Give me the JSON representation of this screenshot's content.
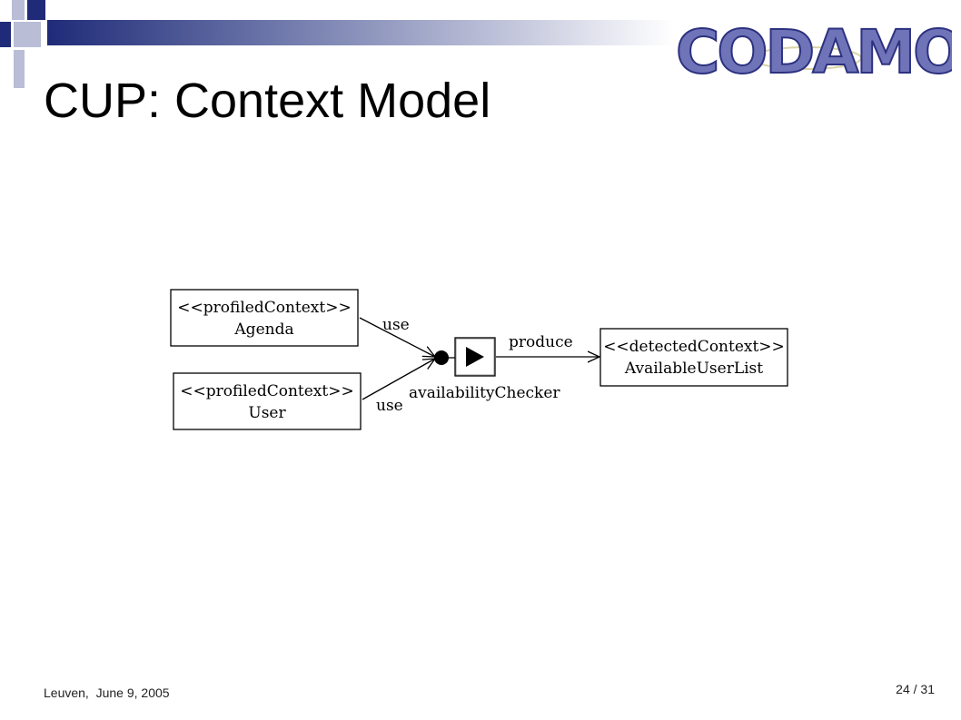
{
  "slide": {
    "title": "CUP: Context Model",
    "logo_text": "CODAMOS",
    "footer_location_date": "Leuven,  June 9, 2005",
    "page_number": "24",
    "page_separator": " / ",
    "page_total": "31"
  },
  "diagram": {
    "nodes": {
      "agenda": {
        "stereotype": "<<profiledContext>>",
        "name": "Agenda"
      },
      "user": {
        "stereotype": "<<profiledContext>>",
        "name": "User"
      },
      "checker": {
        "name": "availabilityChecker",
        "icon": "play-icon"
      },
      "available_user_list": {
        "stereotype": "<<detectedContext>>",
        "name": "AvailableUserList"
      }
    },
    "edges": {
      "agenda_to_checker": "use",
      "user_to_checker": "use",
      "checker_to_list": "produce"
    }
  },
  "colors": {
    "header_band_start": "#1f2b78",
    "header_band_end": "#ffffff",
    "corner_dark": "#1f2b78",
    "corner_light": "#b9bdd6",
    "logo_fill": "#6f74b8",
    "logo_stroke": "#2d3180"
  }
}
